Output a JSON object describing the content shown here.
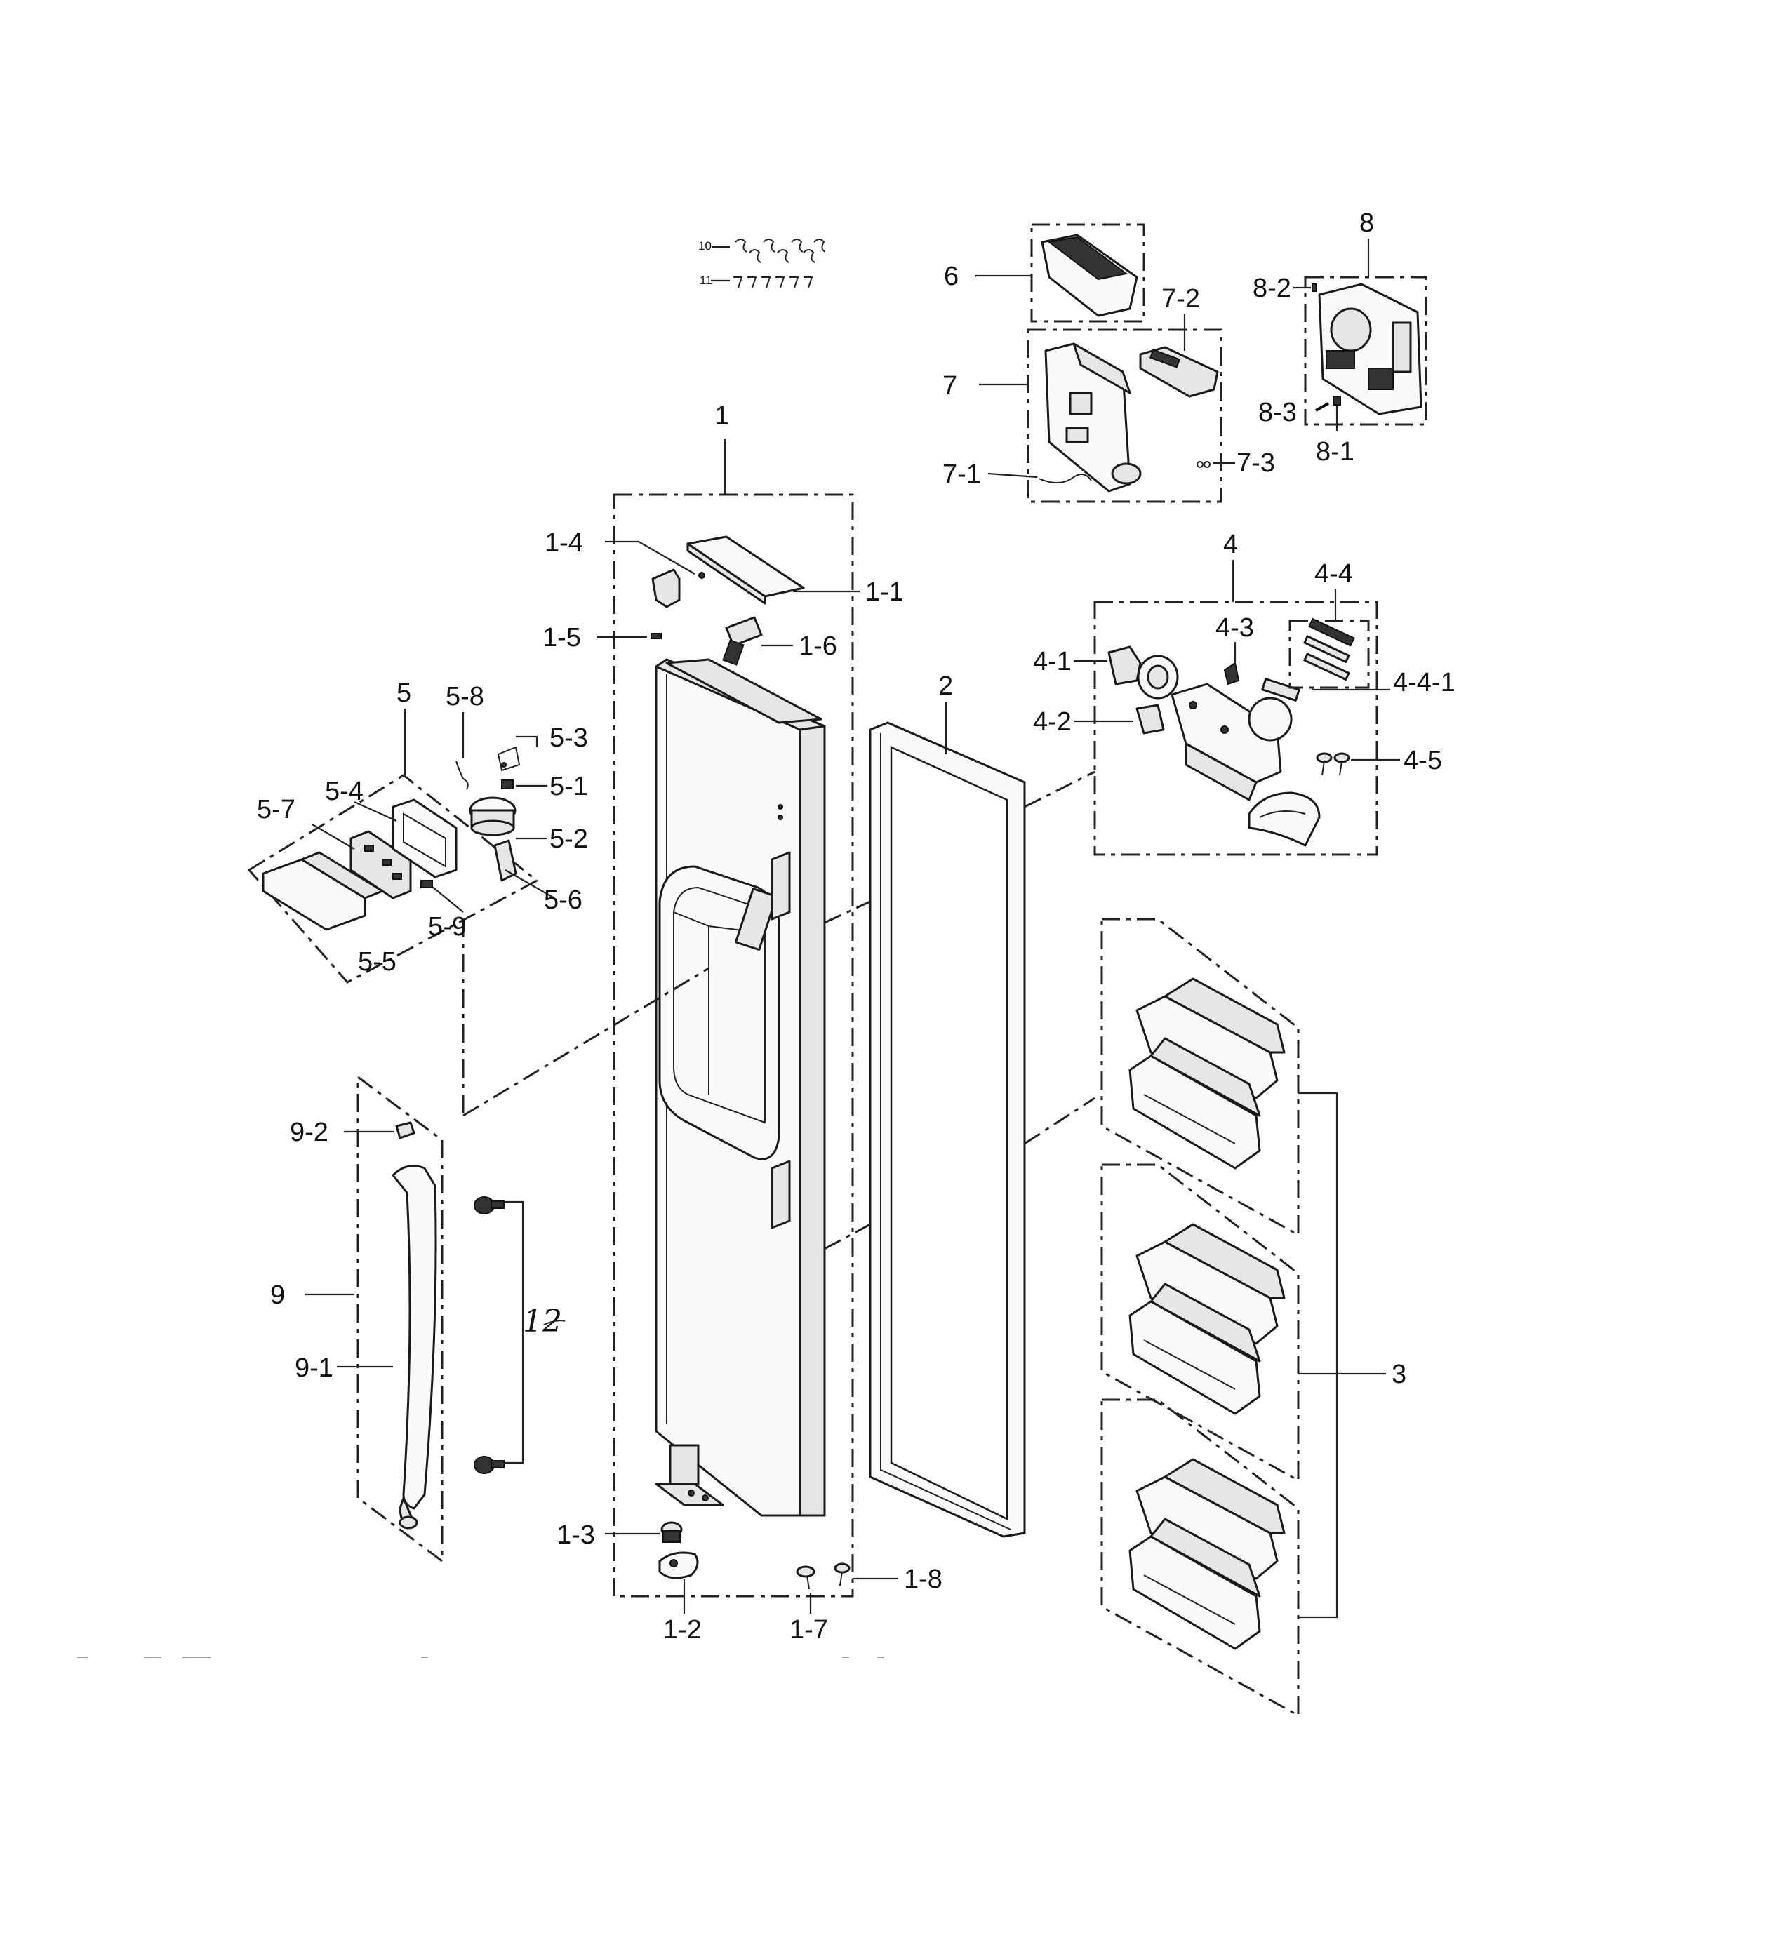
{
  "labels": {
    "l1": "1",
    "l1_1": "1-1",
    "l1_2": "1-2",
    "l1_3": "1-3",
    "l1_4": "1-4",
    "l1_5": "1-5",
    "l1_6": "1-6",
    "l1_7": "1-7",
    "l1_8": "1-8",
    "l2": "2",
    "l3": "3",
    "l4": "4",
    "l4_1": "4-1",
    "l4_2": "4-2",
    "l4_3": "4-3",
    "l4_4": "4-4",
    "l4_4_1": "4-4-1",
    "l4_5": "4-5",
    "l5": "5",
    "l5_1": "5-1",
    "l5_2": "5-2",
    "l5_3": "5-3",
    "l5_4": "5-4",
    "l5_5": "5-5",
    "l5_6": "5-6",
    "l5_7": "5-7",
    "l5_8": "5-8",
    "l5_9": "5-9",
    "l6": "6",
    "l7": "7",
    "l7_1": "7-1",
    "l7_2": "7-2",
    "l7_3": "7-3",
    "l8": "8",
    "l8_1": "8-1",
    "l8_2": "8-2",
    "l8_3": "8-3",
    "l9": "9",
    "l9_1": "9-1",
    "l9_2": "9-2",
    "l10": "10",
    "l11": "11",
    "l12": "12"
  }
}
